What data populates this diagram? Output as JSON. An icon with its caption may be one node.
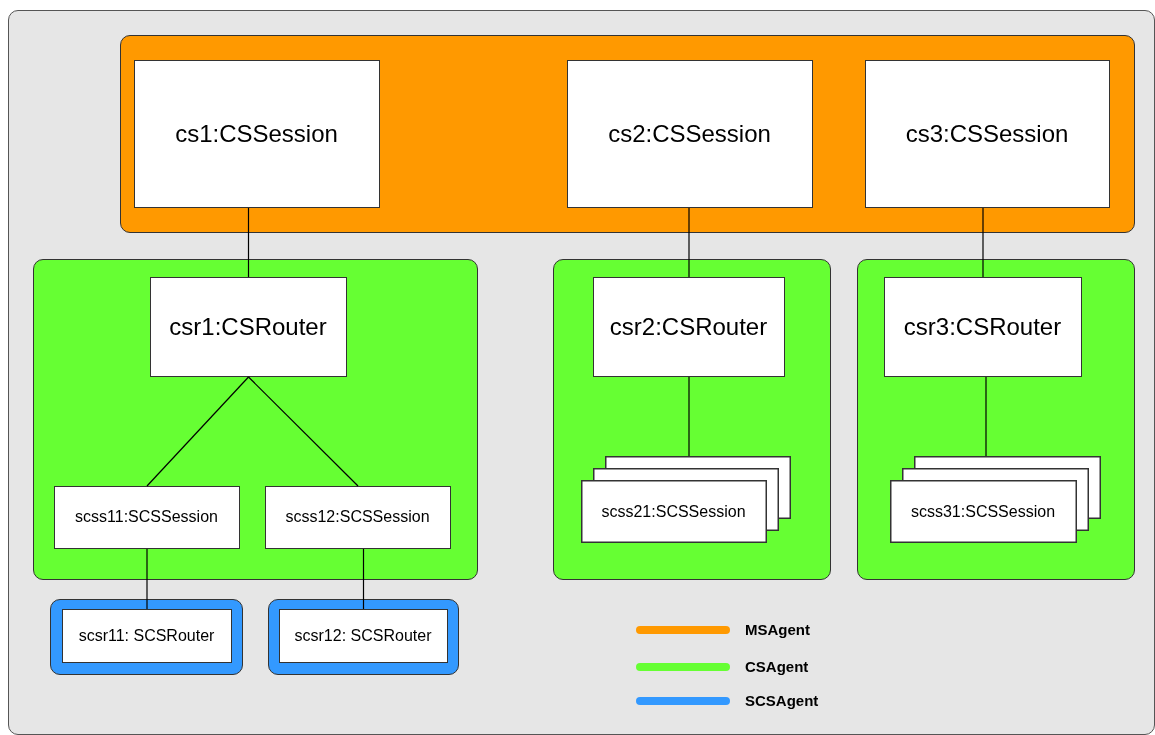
{
  "diagram": {
    "nodes": [
      {
        "text": [],
        "shape": "box"
      },
      {
        "text": [
          "cs1:CSSession"
        ],
        "in": 0
      },
      {
        "text": [
          "cs2:CSSession"
        ],
        "in": 0
      },
      {
        "text": [
          "cs3:CSSession"
        ],
        "in": 0
      },
      {
        "text": [],
        "shape": "box"
      },
      {
        "text": [
          "csr1:CSRouter"
        ],
        "in": 4
      },
      {
        "text": [
          "scss11:SCSSession"
        ],
        "in": 4
      },
      {
        "text": [
          "scss12:SCSSession"
        ],
        "in": 4
      },
      {
        "text": [],
        "shape": "box"
      },
      {
        "text": [
          "csr2:CSRouter"
        ],
        "in": 8
      },
      {
        "text": [
          "scss21:SCSSession"
        ],
        "in": 8
      },
      {
        "text": [],
        "shape": "box"
      },
      {
        "text": [
          "csr3:CSRouter"
        ],
        "in": 11
      },
      {
        "text": [
          "scss31:SCSSession"
        ],
        "in": 11
      },
      {
        "text": [],
        "shape": "box"
      },
      {
        "text": [
          "scsr11: SCSRouter"
        ],
        "in": 14
      },
      {
        "text": [],
        "shape": "box"
      },
      {
        "text": [
          "scsr12: SCSRouter"
        ],
        "in": 16
      }
    ],
    "edges": [
      {
        "from": 1,
        "to": 5,
        "arrow": "none"
      },
      {
        "from": 2,
        "to": 9,
        "arrow": "none"
      },
      {
        "from": 3,
        "to": 12,
        "arrow": "none"
      },
      {
        "from": 5,
        "to": 6,
        "arrow": "none"
      },
      {
        "from": 5,
        "to": 7,
        "arrow": "none"
      },
      {
        "from": 9,
        "to": 10,
        "arrow": "none"
      },
      {
        "from": 12,
        "to": 13,
        "arrow": "none"
      },
      {
        "from": 6,
        "to": 15,
        "arrow": "none"
      },
      {
        "from": 7,
        "to": 17,
        "arrow": "none"
      }
    ],
    "legend": [
      {
        "text": "MSAgent",
        "color": "#ff9900"
      },
      {
        "text": "CSAgent",
        "color": "#66ff33"
      },
      {
        "text": "SCSAgent",
        "color": "#3399ff"
      }
    ]
  }
}
